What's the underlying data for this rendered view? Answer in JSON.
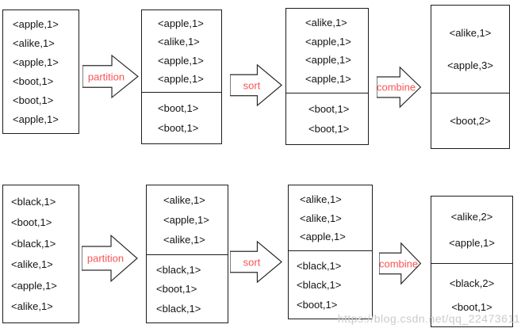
{
  "title": "mapreduce partition-sort-combine flow",
  "colors": {
    "arrow_label": "#f85454",
    "box_border": "#1c1c1c",
    "pair_text": "#141414",
    "watermark": "#cbcbcb",
    "background": "#ffffff"
  },
  "watermark": "https://blog.csdn.net/qq_22473611",
  "rows": [
    {
      "boxes": [
        {
          "sections": [
            {
              "items": [
                "<apple,1>",
                "<alike,1>",
                "<apple,1>",
                "<boot,1>",
                "<boot,1>",
                "<apple,1>"
              ]
            }
          ]
        },
        {
          "sections": [
            {
              "items": [
                "<apple,1>",
                "<alike,1>",
                "<apple,1>",
                "<apple,1>"
              ]
            },
            {
              "items": [
                "<boot,1>",
                "<boot,1>"
              ]
            }
          ]
        },
        {
          "sections": [
            {
              "items": [
                "<alike,1>",
                "<apple,1>",
                "<apple,1>",
                "<apple,1>"
              ]
            },
            {
              "items": [
                "<boot,1>",
                "<boot,1>"
              ]
            }
          ]
        },
        {
          "sections": [
            {
              "items": [
                "<alike,1>",
                "<apple,3>"
              ]
            },
            {
              "items": [
                "<boot,2>"
              ]
            }
          ]
        }
      ],
      "arrows": [
        "partition",
        "sort",
        "combine"
      ]
    },
    {
      "boxes": [
        {
          "sections": [
            {
              "items": [
                "<black,1>",
                "<boot,1>",
                "<black,1>",
                "<alike,1>",
                "<apple,1>",
                "<alike,1>"
              ]
            }
          ]
        },
        {
          "sections": [
            {
              "items": [
                "<alike,1>",
                "<apple,1>",
                "<alike,1>"
              ]
            },
            {
              "items": [
                "<black,1>",
                "<boot,1>",
                "<black,1>"
              ]
            }
          ]
        },
        {
          "sections": [
            {
              "items": [
                "<alike,1>",
                "<alike,1>",
                "<apple,1>"
              ]
            },
            {
              "items": [
                "<black,1>",
                "<black,1>",
                "<boot,1>"
              ]
            }
          ]
        },
        {
          "sections": [
            {
              "items": [
                "<alike,2>",
                "<apple,1>"
              ]
            },
            {
              "items": [
                "<black,2>",
                "<boot,1>"
              ]
            }
          ]
        }
      ],
      "arrows": [
        "partition",
        "sort",
        "combine"
      ]
    }
  ]
}
